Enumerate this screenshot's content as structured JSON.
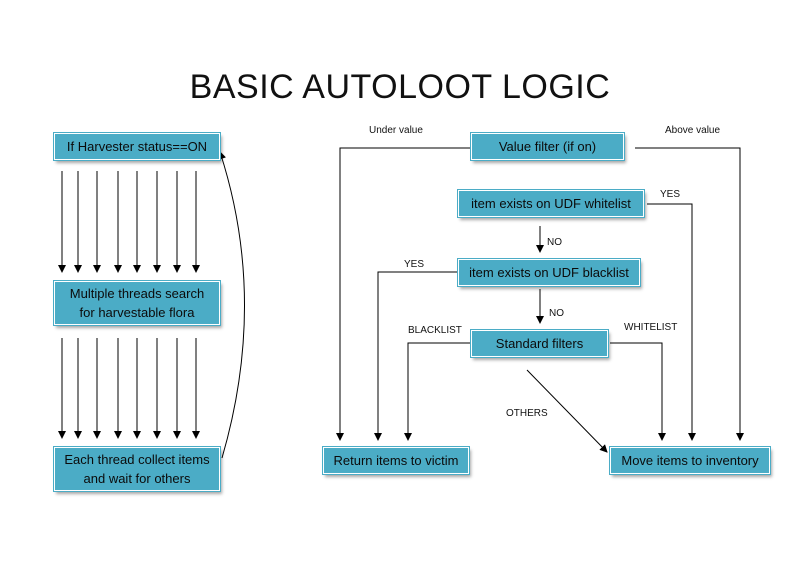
{
  "title": "BASIC AUTOLOOT LOGIC",
  "colors": {
    "box_fill": "#4bacc6",
    "arrow": "#000000"
  },
  "nodes": {
    "harvester_status": "If Harvester status==ON",
    "thread_search": "Multiple threads search\nfor harvestable flora",
    "thread_collect": "Each thread collect items\nand wait for others",
    "value_filter": "Value filter (if on)",
    "udf_whitelist": "item exists on UDF whitelist",
    "udf_blacklist": "item exists on UDF blacklist",
    "standard_filters": "Standard filters",
    "return_items": "Return items to victim",
    "move_items": "Move items to inventory"
  },
  "labels": {
    "under_value": "Under value",
    "above_value": "Above value",
    "yes_whitelist": "YES",
    "no_whitelist": "NO",
    "yes_blacklist": "YES",
    "no_blacklist": "NO",
    "blacklist": "BLACKLIST",
    "whitelist": "WHITELIST",
    "others": "OTHERS"
  }
}
